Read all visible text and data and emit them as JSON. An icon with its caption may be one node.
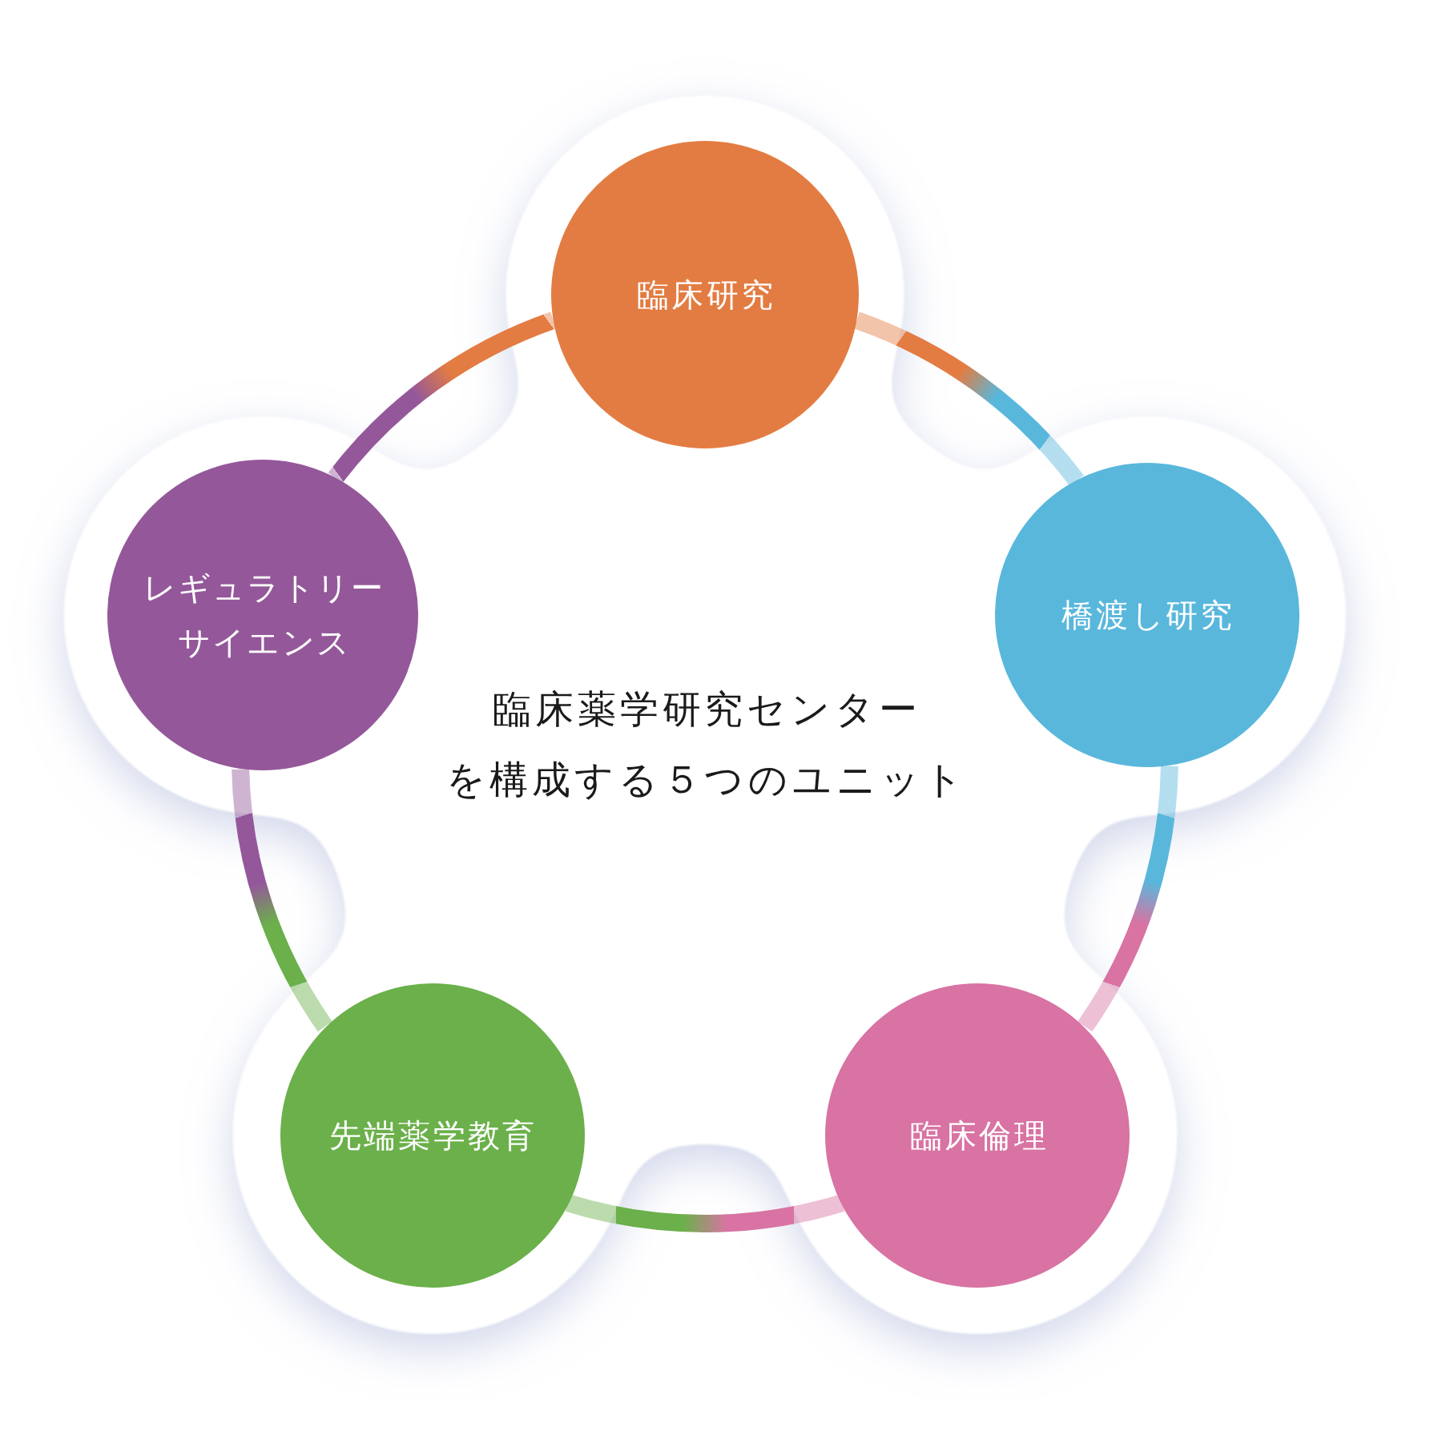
{
  "diagram": {
    "title": "臨床薬学研究センターを構成する５つのユニット",
    "nodes": [
      {
        "text": [
          "臨床研究"
        ]
      },
      {
        "text": [
          "橋渡し研究"
        ]
      },
      {
        "text": [
          "臨床倫理"
        ]
      },
      {
        "text": [
          "先端薬学教育"
        ]
      },
      {
        "text": [
          "レギュラトリーサイエンス"
        ]
      }
    ],
    "edges": [
      {
        "from": 0,
        "to": 1,
        "arrow": "none"
      },
      {
        "from": 1,
        "to": 2,
        "arrow": "none"
      },
      {
        "from": 2,
        "to": 3,
        "arrow": "none"
      },
      {
        "from": 3,
        "to": 4,
        "arrow": "none"
      },
      {
        "from": 4,
        "to": 0,
        "arrow": "none"
      }
    ]
  }
}
